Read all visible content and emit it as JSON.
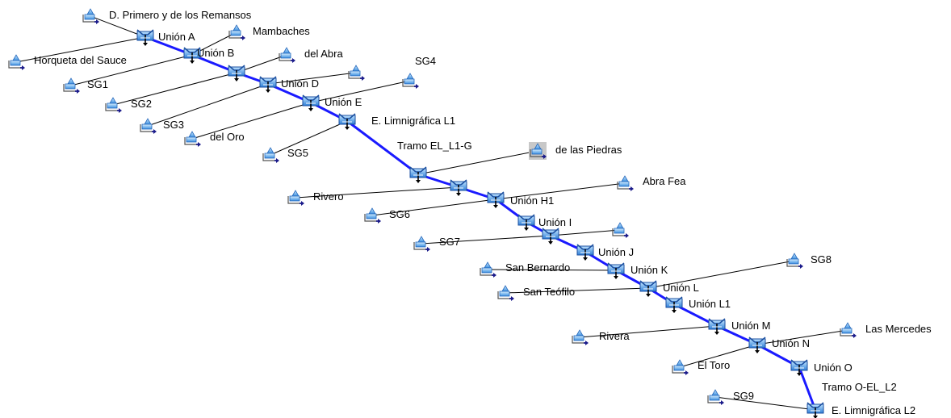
{
  "diagram": {
    "colors": {
      "main_channel": "#1a1aff",
      "connector": "#000000",
      "icon_blue": "#3a8be0",
      "selection": "#c8c8c8"
    },
    "junctions": [
      {
        "id": "J1",
        "label": "Unión A"
      },
      {
        "id": "J2",
        "label": "Unión B"
      },
      {
        "id": "J3",
        "label": ""
      },
      {
        "id": "J4",
        "label": "Unión D"
      },
      {
        "id": "J5",
        "label": "Unión E"
      },
      {
        "id": "J6",
        "label": "E. Limnigráfica L1"
      },
      {
        "id": "J7",
        "label": ""
      },
      {
        "id": "J8",
        "label": ""
      },
      {
        "id": "J9",
        "label": "Unión H1"
      },
      {
        "id": "J10",
        "label": "Unión I"
      },
      {
        "id": "J11",
        "label": ""
      },
      {
        "id": "J12",
        "label": "Unión J"
      },
      {
        "id": "J13",
        "label": "Unión K"
      },
      {
        "id": "J14",
        "label": "Unión L"
      },
      {
        "id": "J15",
        "label": "Unión L1"
      },
      {
        "id": "J16",
        "label": "Unión M"
      },
      {
        "id": "J17",
        "label": "Unión N"
      },
      {
        "id": "J18",
        "label": "Unión O"
      },
      {
        "id": "J19",
        "label": "E. Limnigráfica L2"
      }
    ],
    "basins": [
      {
        "id": "B1",
        "label": "D. Primero y de los Remansos",
        "to": "J1"
      },
      {
        "id": "B2",
        "label": "Horqueta del Sauce",
        "to": "J1"
      },
      {
        "id": "B3",
        "label": "Mambaches",
        "to": "J2"
      },
      {
        "id": "B4",
        "label": "SG1",
        "to": "J2"
      },
      {
        "id": "B5",
        "label": "del Abra",
        "to": "J3"
      },
      {
        "id": "B6",
        "label": "SG2",
        "to": "J3"
      },
      {
        "id": "B7",
        "label": "",
        "to": "J4"
      },
      {
        "id": "B8",
        "label": "SG3",
        "to": "J4"
      },
      {
        "id": "B9",
        "label": "SG4",
        "to": "J5"
      },
      {
        "id": "B10",
        "label": "del Oro",
        "to": "J5"
      },
      {
        "id": "B11",
        "label": "SG5",
        "to": "J6"
      },
      {
        "id": "B12",
        "label": "de las Piedras",
        "to": "J7",
        "selected": true
      },
      {
        "id": "B13",
        "label": "Rivero",
        "to": "J8"
      },
      {
        "id": "B14",
        "label": "Abra Fea",
        "to": "J9"
      },
      {
        "id": "B15",
        "label": "SG6",
        "to": "J9"
      },
      {
        "id": "B16",
        "label": "",
        "to": "J11"
      },
      {
        "id": "B17",
        "label": "SG7",
        "to": "J11"
      },
      {
        "id": "B18",
        "label": "San Bernardo",
        "to": "J13"
      },
      {
        "id": "B19",
        "label": "SG8",
        "to": "J14"
      },
      {
        "id": "B20",
        "label": "San Teófilo",
        "to": "J14"
      },
      {
        "id": "B21",
        "label": "Rivera",
        "to": "J16"
      },
      {
        "id": "B22",
        "label": "Las Mercedes",
        "to": "J17"
      },
      {
        "id": "B23",
        "label": "El Toro",
        "to": "J17"
      },
      {
        "id": "B24",
        "label": "SG9",
        "to": "J19"
      }
    ],
    "reach_labels": [
      {
        "id": "R1",
        "label": "Tramo EL_L1-G"
      },
      {
        "id": "R2",
        "label": "Tramo O-EL_L2"
      }
    ]
  }
}
